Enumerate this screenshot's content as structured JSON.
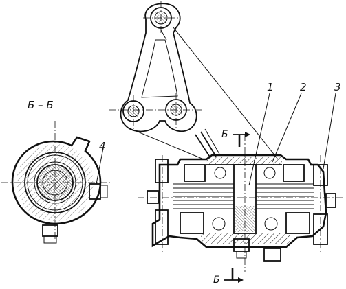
{
  "section_title": "Б – Б",
  "cut_marker_top": "Б",
  "cut_marker_bottom": "Б",
  "callouts": [
    {
      "id": "1"
    },
    {
      "id": "2"
    },
    {
      "id": "3"
    },
    {
      "id": "4"
    }
  ]
}
